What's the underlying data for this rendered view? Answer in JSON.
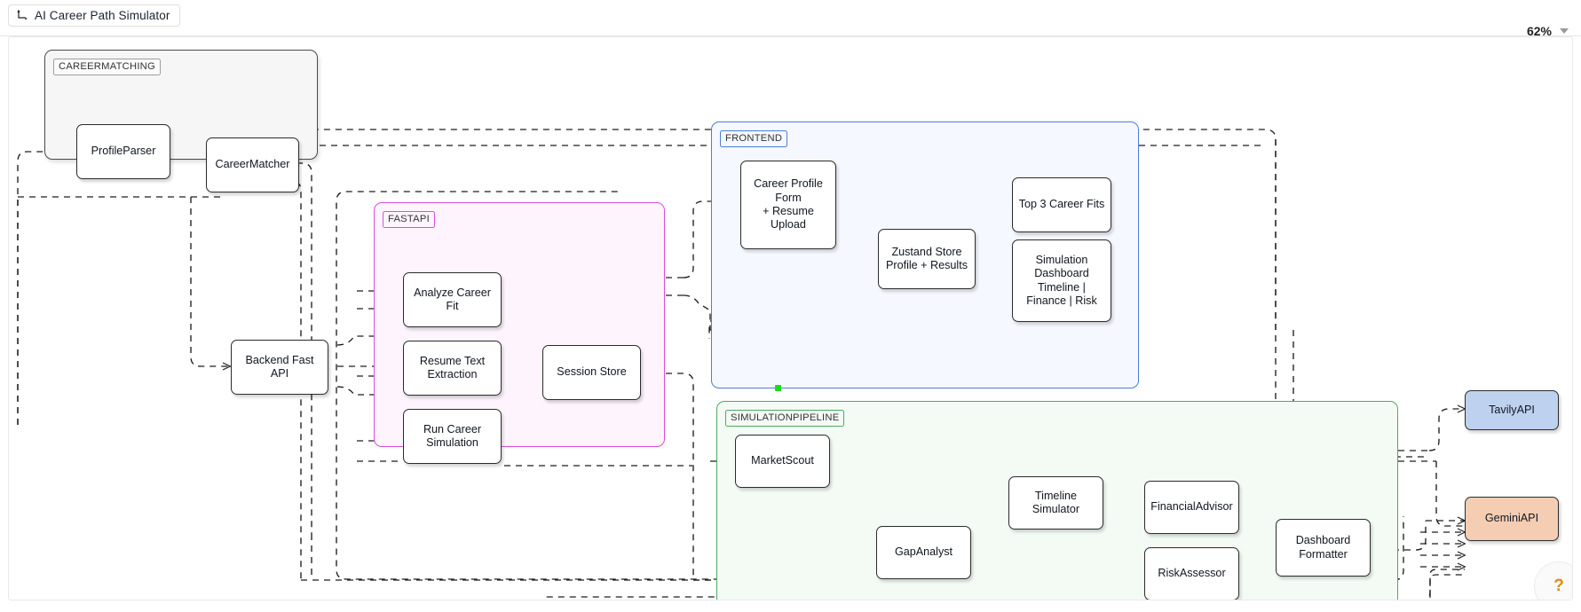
{
  "app": {
    "title": "AI Career Path Simulator",
    "title_icon": "flowchart-connector-icon",
    "zoom_level": "62%",
    "zoom_caret_icon": "chevron-down-icon",
    "help_label": "?"
  },
  "colors": {
    "cluster_careermatching": "#4a4a4a",
    "cluster_fastapi": "#d94fd9",
    "cluster_frontend": "#4b7fd4",
    "cluster_simulationpipeline": "#4eaa63",
    "node_tavily": "#bed2f0",
    "node_gemini": "#f4cdb3",
    "edge": "#2b2b2b",
    "handle": "#19dd19"
  },
  "clusters": [
    {
      "id": "careermatching",
      "label": "CAREERMATCHING"
    },
    {
      "id": "fastapi",
      "label": "FASTAPI"
    },
    {
      "id": "frontend",
      "label": "FRONTEND"
    },
    {
      "id": "simulationpipeline",
      "label": "SIMULATIONPIPELINE"
    }
  ],
  "nodes": [
    {
      "id": "profileparser",
      "label": "ProfileParser",
      "cluster": "careermatching"
    },
    {
      "id": "careermatcher",
      "label": "CareerMatcher",
      "cluster": "careermatching"
    },
    {
      "id": "backendfastapi",
      "label": "Backend Fast\nAPI",
      "cluster": null
    },
    {
      "id": "analyzecareerfit",
      "label": "Analyze Career\nFit",
      "cluster": "fastapi"
    },
    {
      "id": "resumetextextraction",
      "label": "Resume Text\nExtraction",
      "cluster": "fastapi"
    },
    {
      "id": "runcareersimulation",
      "label": "Run Career\nSimulation",
      "cluster": "fastapi"
    },
    {
      "id": "sessionstore",
      "label": "Session Store",
      "cluster": "fastapi"
    },
    {
      "id": "careerprofileform",
      "label": "Career Profile\nForm\n+ Resume\nUpload",
      "cluster": "frontend"
    },
    {
      "id": "zustandstore",
      "label": "Zustand Store\nProfile + Results",
      "cluster": "frontend"
    },
    {
      "id": "top3careerfits",
      "label": "Top 3 Career Fits",
      "cluster": "frontend"
    },
    {
      "id": "simulationdashboard",
      "label": "Simulation\nDashboard\nTimeline |\nFinance | Risk",
      "cluster": "frontend"
    },
    {
      "id": "marketscout",
      "label": "MarketScout",
      "cluster": "simulationpipeline"
    },
    {
      "id": "gapanalyst",
      "label": "GapAnalyst",
      "cluster": "simulationpipeline"
    },
    {
      "id": "timelinesimulator",
      "label": "Timeline\nSimulator",
      "cluster": "simulationpipeline"
    },
    {
      "id": "financialadvisor",
      "label": "FinancialAdvisor",
      "cluster": "simulationpipeline"
    },
    {
      "id": "riskassessor",
      "label": "RiskAssessor",
      "cluster": "simulationpipeline"
    },
    {
      "id": "dashboardformatter",
      "label": "Dashboard\nFormatter",
      "cluster": "simulationpipeline"
    },
    {
      "id": "tavilyapi",
      "label": "TavilyAPI",
      "cluster": null
    },
    {
      "id": "geminiapi",
      "label": "GeminiAPI",
      "cluster": null
    }
  ]
}
